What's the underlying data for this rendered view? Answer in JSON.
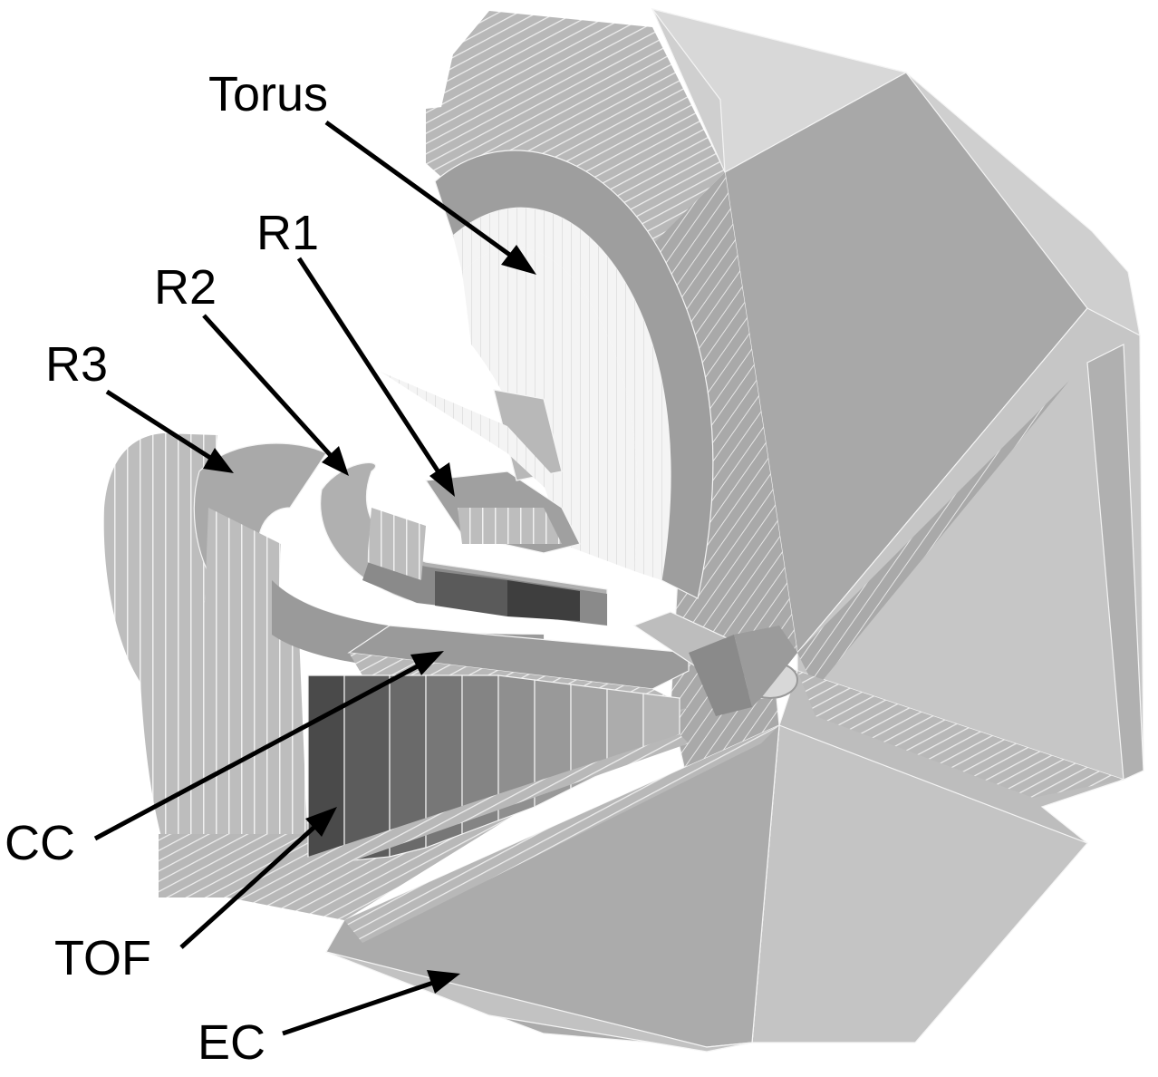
{
  "labels": {
    "torus": "Torus",
    "r1": "R1",
    "r2": "R2",
    "r3": "R3",
    "cc": "CC",
    "tof": "TOF",
    "ec": "EC"
  },
  "colors": {
    "background": "#ffffff",
    "light_panel": "#d0d0d0",
    "mid_panel": "#b4b4b4",
    "dark_panel": "#6e6e6e",
    "darkest_panel": "#404040",
    "label_text": "#000000"
  }
}
